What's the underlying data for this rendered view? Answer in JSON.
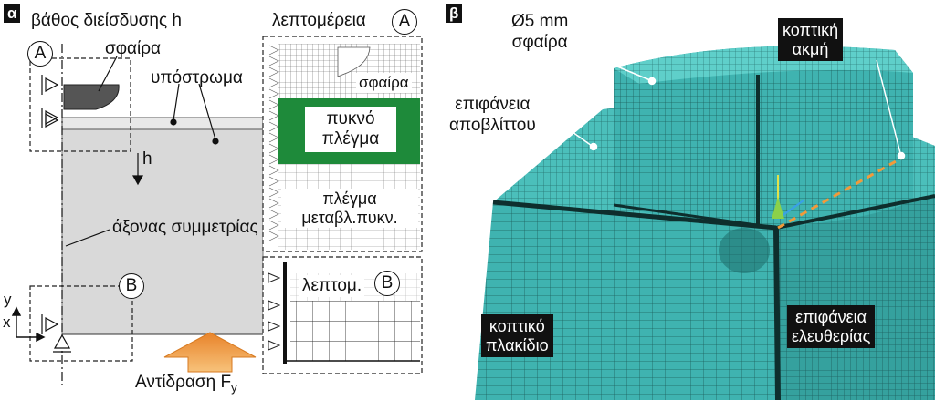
{
  "panel_a": {
    "tag": "α",
    "depth_label": "βάθος διείσδυσης h",
    "sphere_label": "σφαίρα",
    "substrate_label": "υπόστρωμα",
    "h_label": "h",
    "axis_label": "άξονας συμμετρίας",
    "detail_title": "λεπτομέρεια",
    "detail_a_sphere": "σφαίρα",
    "dense_mesh": [
      "πυκνό",
      "πλέγμα"
    ],
    "var_mesh": [
      "πλέγμα",
      "μεταβλ.πυκν."
    ],
    "detail_b_title": "λεπτομ.",
    "reaction_label": "Αντίδραση F",
    "reaction_sub": "y",
    "coord_x": "x",
    "coord_y": "y",
    "marker_a": "A",
    "marker_b": "B"
  },
  "panel_b": {
    "tag": "β",
    "sphere_label": [
      "Ø5 mm",
      "σφαίρα"
    ],
    "cutting_edge": [
      "κοπτική",
      "ακμή"
    ],
    "rake_face": [
      "επιφάνεια",
      "αποβλίττου"
    ],
    "insert": [
      "κοπτικό",
      "πλακίδιο"
    ],
    "flank_face": [
      "επιφάνεια",
      "ελευθερίας"
    ]
  },
  "colors": {
    "mesh_cyan": "#3fb3b0",
    "mesh_dark": "#1d6e6c",
    "dense_green": "#1e8a3a",
    "substrate_grey": "#d9d9d9",
    "sphere_grey": "#555555",
    "arrow_orange": "#f29a3a"
  }
}
